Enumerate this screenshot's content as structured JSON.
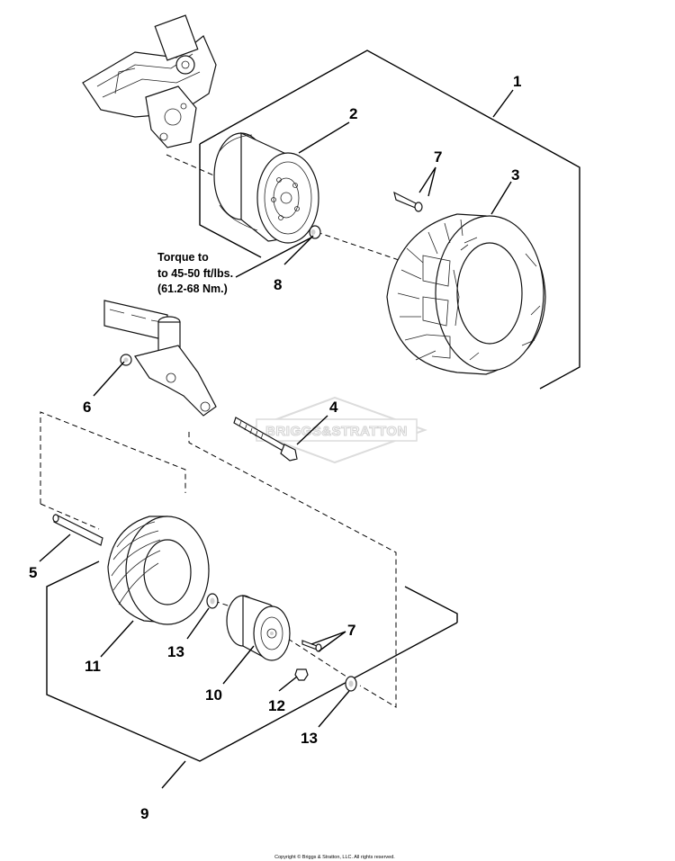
{
  "callouts": [
    {
      "id": "1",
      "label": "1"
    },
    {
      "id": "2",
      "label": "2"
    },
    {
      "id": "3",
      "label": "3"
    },
    {
      "id": "4",
      "label": "4"
    },
    {
      "id": "5",
      "label": "5"
    },
    {
      "id": "6",
      "label": "6"
    },
    {
      "id": "7a",
      "label": "7"
    },
    {
      "id": "7b",
      "label": "7"
    },
    {
      "id": "8",
      "label": "8"
    },
    {
      "id": "9",
      "label": "9"
    },
    {
      "id": "10",
      "label": "10"
    },
    {
      "id": "11",
      "label": "11"
    },
    {
      "id": "12",
      "label": "12"
    },
    {
      "id": "13a",
      "label": "13"
    },
    {
      "id": "13b",
      "label": "13"
    }
  ],
  "torque_note": {
    "line1": "Torque to",
    "line2": "to 45-50 ft/lbs.",
    "line3": "(61.2-68 Nm.)"
  },
  "watermark": "BRIGGS&STRATTON",
  "copyright": "Copyright © Briggs & Stratton, LLC. All rights reserved."
}
